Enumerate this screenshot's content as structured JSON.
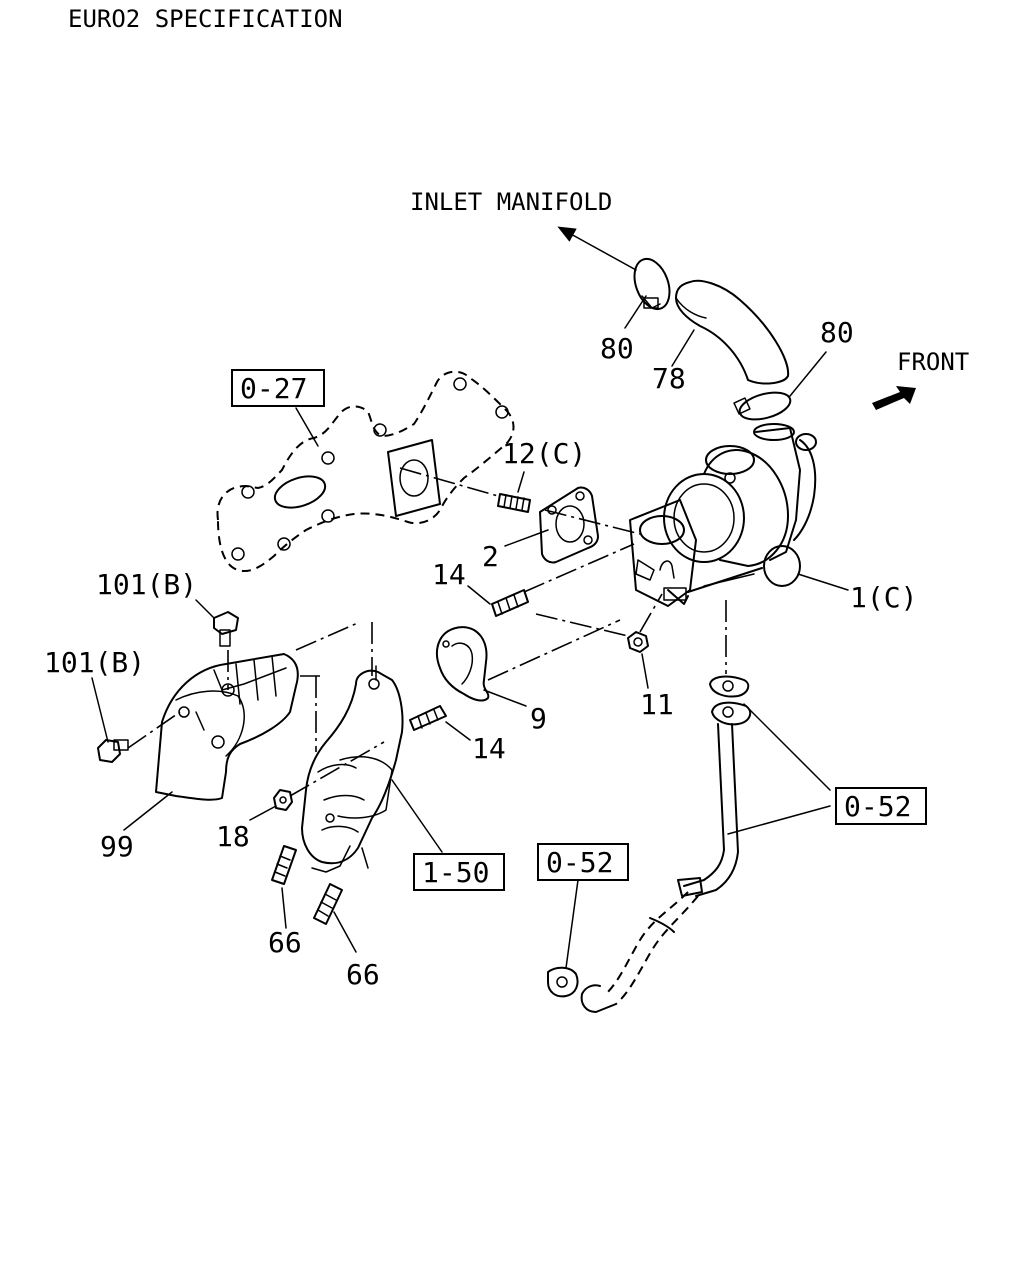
{
  "header": {
    "title": "EURO2 SPECIFICATION"
  },
  "annotations": {
    "inlet_manifold": "INLET MANIFOLD",
    "front": "FRONT"
  },
  "callouts": {
    "c80a": "80",
    "c78": "78",
    "c80b": "80",
    "c12": "12(C)",
    "c2": "2",
    "c14a": "14",
    "c1": "1(C)",
    "c101a": "101(B)",
    "c101b": "101(B)",
    "c11": "11",
    "c9": "9",
    "c14b": "14",
    "c99": "99",
    "c18": "18",
    "c66a": "66",
    "c66b": "66"
  },
  "references": {
    "r027": "0-27",
    "r052a": "0-52",
    "r150": "1-50",
    "r052b": "0-52"
  }
}
